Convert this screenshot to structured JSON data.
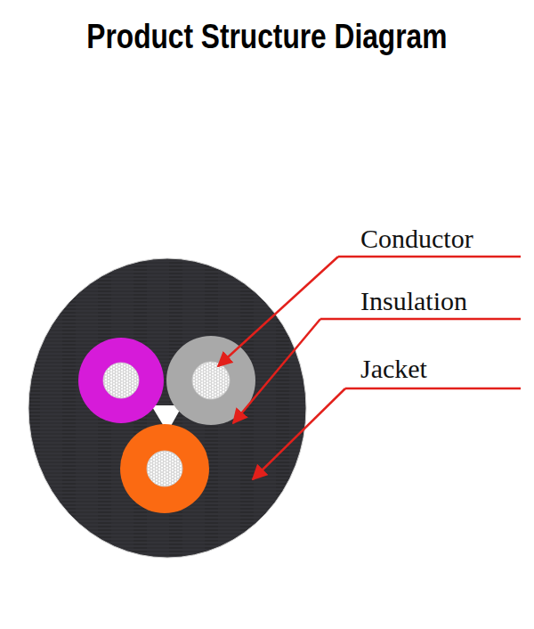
{
  "diagram": {
    "title": "Product Structure Diagram",
    "labels": [
      "Conductor",
      "Insulation",
      "Jacket"
    ]
  }
}
